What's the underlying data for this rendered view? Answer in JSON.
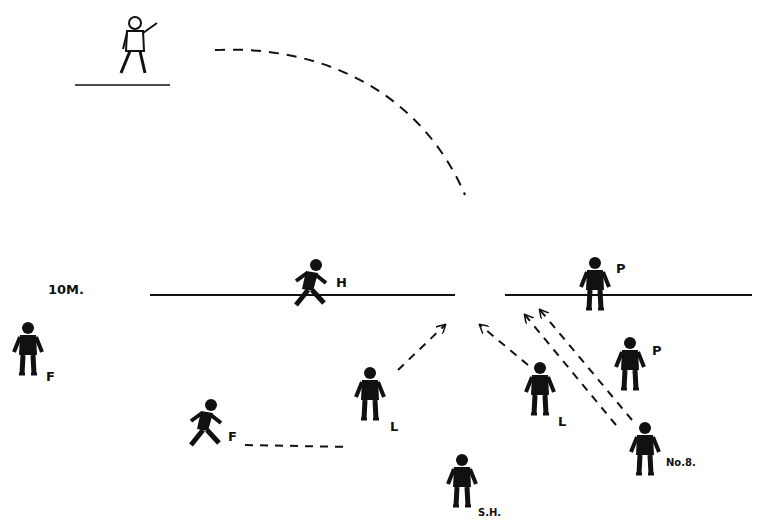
{
  "diagram": {
    "labels": [
      "10M.",
      "H",
      "P",
      "P",
      "F",
      "F",
      "L",
      "L",
      "No.8.",
      "S.H."
    ]
  }
}
